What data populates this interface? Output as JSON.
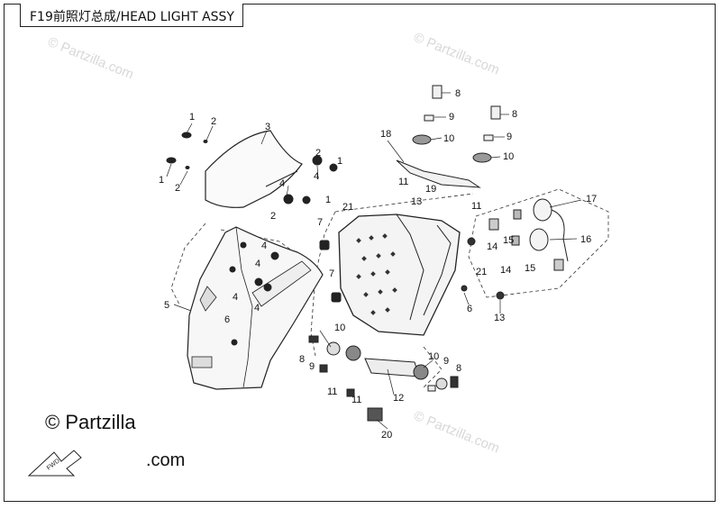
{
  "title": "F19前照灯总成/HEAD LIGHT ASSY",
  "watermark_text": "© Partzilla.com",
  "brand_line1": "© Partzilla",
  "brand_line2": ".com",
  "fwd_label": "FWD",
  "callouts": [
    "1",
    "2",
    "3",
    "4",
    "5",
    "6",
    "7",
    "8",
    "9",
    "10",
    "11",
    "12",
    "13",
    "14",
    "15",
    "16",
    "17",
    "18",
    "19",
    "20",
    "21"
  ]
}
